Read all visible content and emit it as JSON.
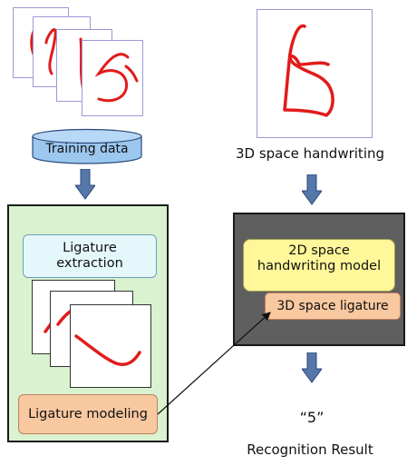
{
  "training": {
    "db_label": "Training data"
  },
  "learning_panel": {
    "ligature_extraction": "Ligature\nextraction",
    "ligature_modeling": "Ligature modeling"
  },
  "handwriting_caption": "3D space handwriting",
  "model_panel": {
    "model_2d": "2D space\nhandwriting model",
    "ligature_3d": "3D space ligature"
  },
  "result": {
    "value": "“5”",
    "caption": "Recognition Result"
  },
  "colors": {
    "stroke": "#e21b1b",
    "database_fill": "#9cc8f0",
    "learning_panel_fill": "#d9f2cf",
    "model_panel_fill": "#5f5f5f",
    "extraction_box_fill": "#e4f7fb",
    "modeling_box_fill": "#f8c8a0",
    "model_2d_fill": "#fff79a",
    "arrow_fill": "#5577aa"
  }
}
